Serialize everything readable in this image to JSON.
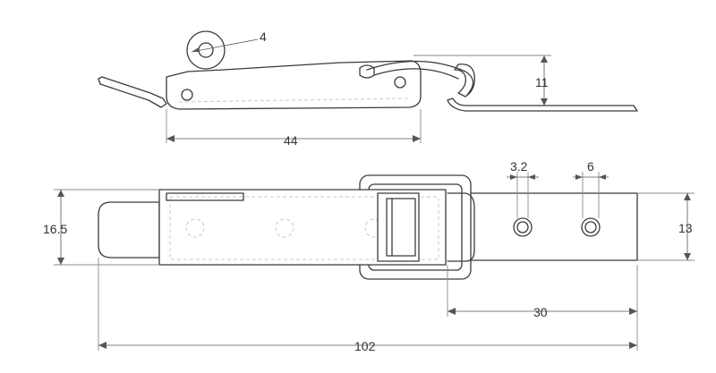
{
  "dimensions": {
    "eye_diameter": "4",
    "closed_height": "11",
    "latch_length": "44",
    "hole_diameter": "3.2",
    "hole_pitch_small": "6",
    "body_width": "16.5",
    "plate_width": "13",
    "plate_hole_spacing": "30",
    "overall_length": "102"
  }
}
